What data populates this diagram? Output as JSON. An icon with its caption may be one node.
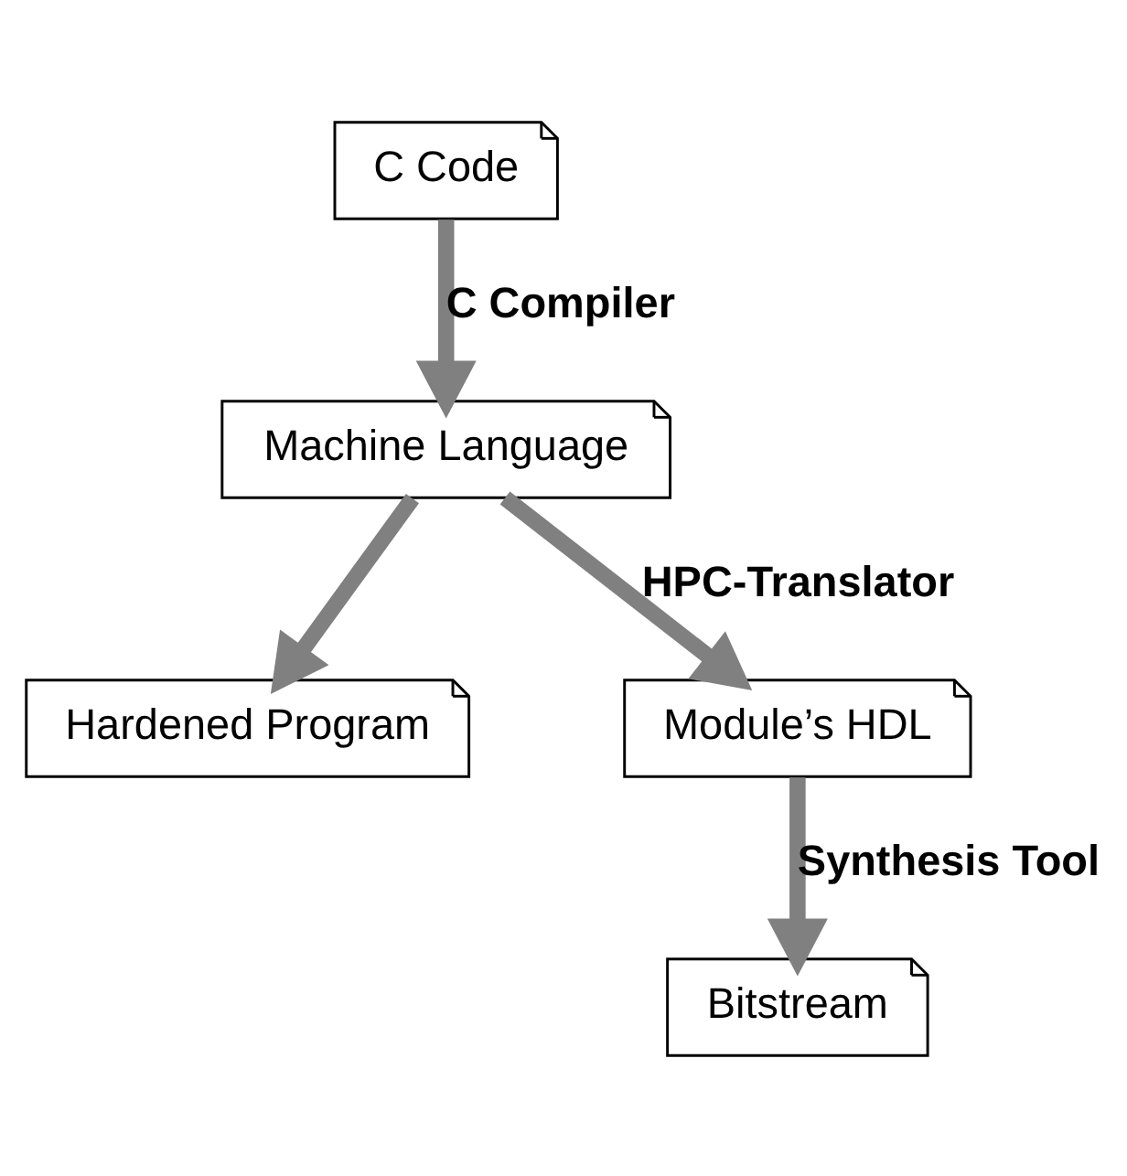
{
  "diagram": {
    "nodes": [
      {
        "text": [
          "C Code"
        ]
      },
      {
        "text": [
          "Machine Language"
        ]
      },
      {
        "text": [
          "Hardened Program"
        ]
      },
      {
        "text": [
          "Module’s HDL"
        ]
      },
      {
        "text": [
          "Bitstream"
        ]
      }
    ],
    "edges": [
      {
        "from": 0,
        "to": 1,
        "arrow": "to",
        "label": "C Compiler"
      },
      {
        "from": 1,
        "to": 2,
        "arrow": "to"
      },
      {
        "from": 1,
        "to": 3,
        "arrow": "to",
        "label": "HPC-Translator"
      },
      {
        "from": 3,
        "to": 4,
        "arrow": "to",
        "label": "Synthesis Tool"
      }
    ]
  }
}
